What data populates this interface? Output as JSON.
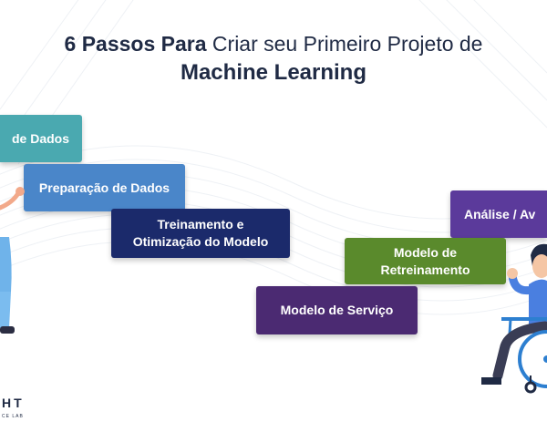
{
  "title": {
    "bold_part": "6 Passos Para",
    "regular_part": "Criar seu Primeiro Projeto de",
    "line2": "Machine Learning"
  },
  "steps": [
    {
      "lines": [
        "de Dados"
      ],
      "color": "#4aa9b0"
    },
    {
      "lines": [
        "Preparação de Dados"
      ],
      "color": "#4a86c9"
    },
    {
      "lines": [
        "Treinamento e",
        "Otimização do Modelo"
      ],
      "color": "#1b2a6b"
    },
    {
      "lines": [
        "Análise / Av"
      ],
      "color": "#5b3a9b"
    },
    {
      "lines": [
        "Modelo de",
        "Retreinamento"
      ],
      "color": "#5a8a2c"
    },
    {
      "lines": [
        "Modelo de Serviço"
      ],
      "color": "#4b2a72"
    }
  ],
  "logo": {
    "main": "HT",
    "sub": "CE LAB"
  }
}
